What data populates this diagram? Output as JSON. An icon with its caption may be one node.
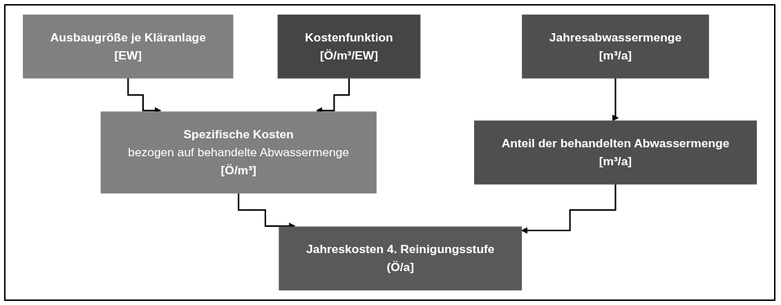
{
  "diagram": {
    "nodes": [
      {
        "text": [
          "Ausbaugröße je Kläranlage",
          "[EW]"
        ]
      },
      {
        "text": [
          "Kostenfunktion",
          "[Ö/m³/EW]"
        ]
      },
      {
        "text": [
          "Jahresabwassermenge",
          "[m³/a]"
        ]
      },
      {
        "text": [
          "Spezifische Kosten",
          "bezogen auf behandelte Abwassermenge",
          "[Ö/m³]"
        ]
      },
      {
        "text": [
          "Anteil der behandelten Abwassermenge",
          "[m³/a]"
        ]
      },
      {
        "text": [
          "Jahreskosten 4. Reinigungsstufe",
          "(Ö/a]"
        ]
      }
    ],
    "edges": [
      {
        "from": 0,
        "to": 3,
        "arrow": "to"
      },
      {
        "from": 1,
        "to": 3,
        "arrow": "to"
      },
      {
        "from": 2,
        "to": 4,
        "arrow": "to"
      },
      {
        "from": 3,
        "to": 5,
        "arrow": "to"
      },
      {
        "from": 4,
        "to": 5,
        "arrow": "to"
      }
    ]
  }
}
